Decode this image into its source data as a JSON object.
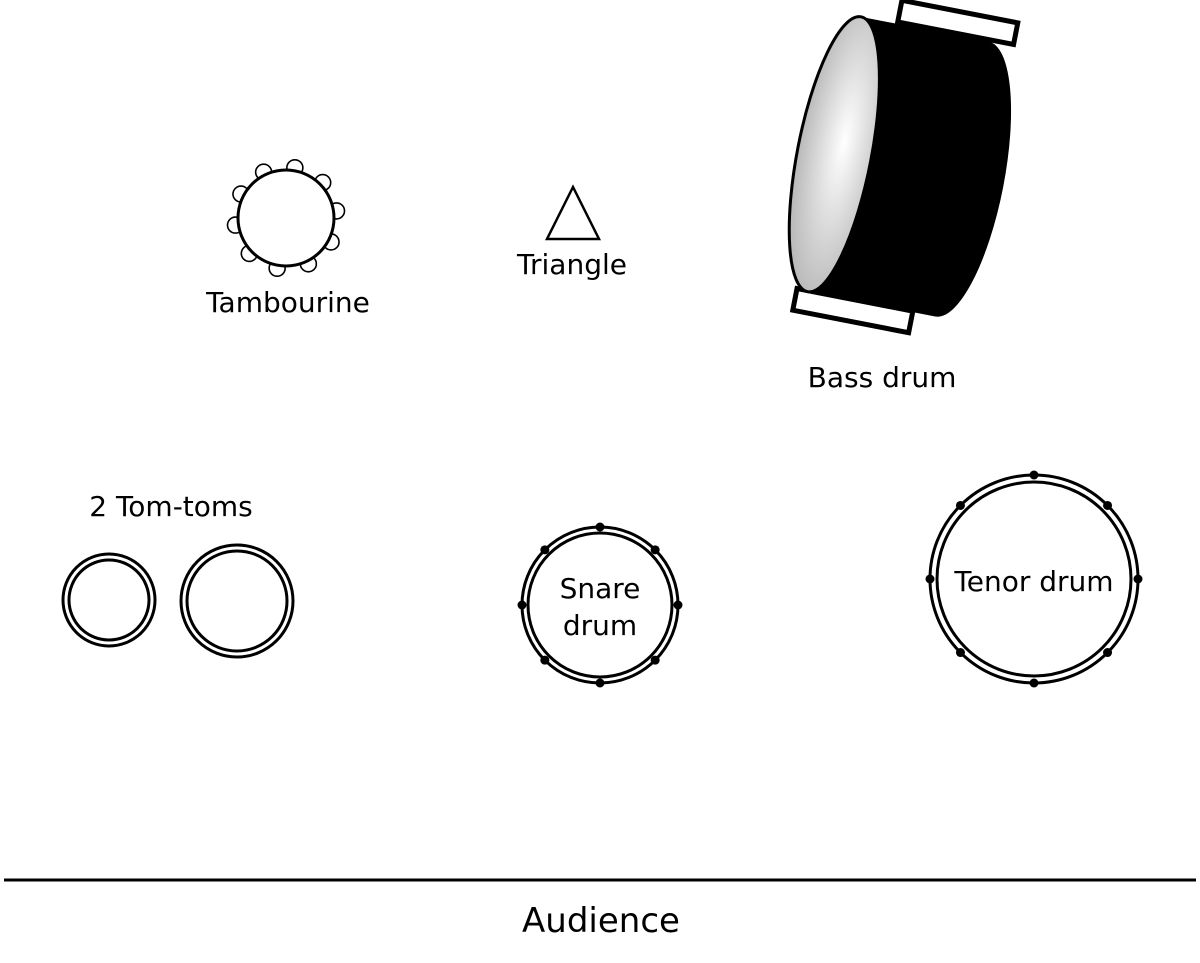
{
  "labels": {
    "tambourine": "Tambourine",
    "triangle": "Triangle",
    "bass_drum": "Bass drum",
    "tom_toms": "2 Tom-toms",
    "snare_line1": "Snare",
    "snare_line2": "drum",
    "tenor_drum": "Tenor drum",
    "audience": "Audience"
  },
  "colors": {
    "ink": "#000000",
    "background": "#ffffff"
  }
}
